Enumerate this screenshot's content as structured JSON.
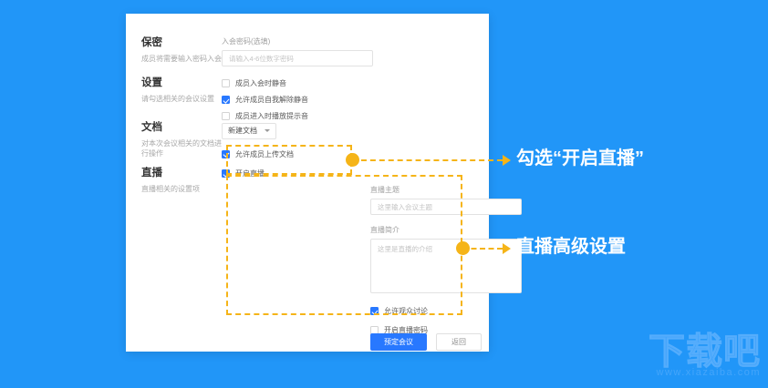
{
  "page": {
    "background_color": "#2196f8",
    "card_background": "#ffffff",
    "accent_color": "#2878ff",
    "annotation_color": "#f5b418"
  },
  "watermark": {
    "text": "下载吧",
    "url": "www.xiazaiba.com"
  },
  "dialog": {
    "sections": [
      {
        "id": "privacy",
        "title": "保密",
        "description": "成员将需要输入密码入会",
        "field_label": "入会密码(选填)",
        "input_placeholder": "请输入4-6位数字密码",
        "input_value": ""
      },
      {
        "id": "settings",
        "title": "设置",
        "description": "请勾选相关的会议设置",
        "checkboxes": [
          {
            "label": "成员入会时静音",
            "checked": false
          },
          {
            "label": "允许成员自我解除静音",
            "checked": true
          },
          {
            "label": "成员进入时播放提示音",
            "checked": false
          }
        ]
      },
      {
        "id": "documents",
        "title": "文档",
        "description": "对本次会议相关的文档进行操作",
        "dropdown_label": "新建文档",
        "checkboxes": [
          {
            "label": "允许成员上传文档",
            "checked": true
          }
        ]
      },
      {
        "id": "live",
        "title": "直播",
        "description": "直播相关的设置项",
        "checkboxes": [
          {
            "label": "开启直播",
            "checked": true
          }
        ],
        "advanced": {
          "title_label": "直播主题",
          "title_placeholder": "这里输入会议主题",
          "title_value": "",
          "intro_label": "直播简介",
          "intro_placeholder": "这里是直播的介绍",
          "intro_value": "",
          "checkboxes": [
            {
              "label": "允许观众讨论",
              "checked": true
            },
            {
              "label": "开启直播密码",
              "checked": false
            }
          ]
        }
      }
    ],
    "buttons": {
      "primary": "预定会议",
      "secondary": "返回"
    }
  },
  "annotations": [
    {
      "id": "annotation-live-checkbox",
      "text": "勾选“开启直播”"
    },
    {
      "id": "annotation-live-advanced",
      "text": "直播高级设置"
    }
  ]
}
